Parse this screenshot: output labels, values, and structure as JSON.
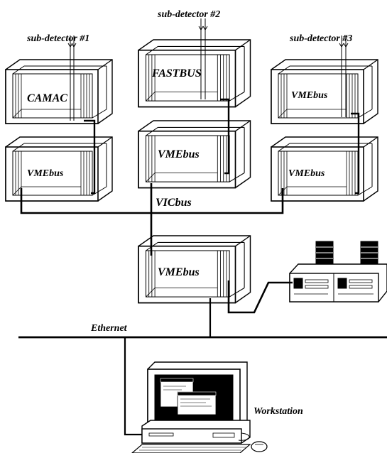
{
  "labels": {
    "subdetector_1": "sub-detector #1",
    "subdetector_2": "sub-detector #2",
    "subdetector_3": "sub-detector #3",
    "camac": "CAMAC",
    "fastbus": "FASTBUS",
    "vmebus_top3": "VMEbus",
    "vmebus_mid1": "VMEbus",
    "vmebus_mid2": "VMEbus",
    "vmebus_mid3": "VMEbus",
    "vmebus_central": "VMEbus",
    "vicbus": "VICbus",
    "ethernet": "Ethernet",
    "workstation": "Workstation"
  },
  "icons": {
    "crate": "crate-icon",
    "storage": "storage-unit-icon",
    "workstation": "workstation-computer-icon",
    "mouse": "mouse-icon",
    "keyboard": "keyboard-icon"
  },
  "colors": {
    "ink": "#000000",
    "background": "#ffffff"
  }
}
